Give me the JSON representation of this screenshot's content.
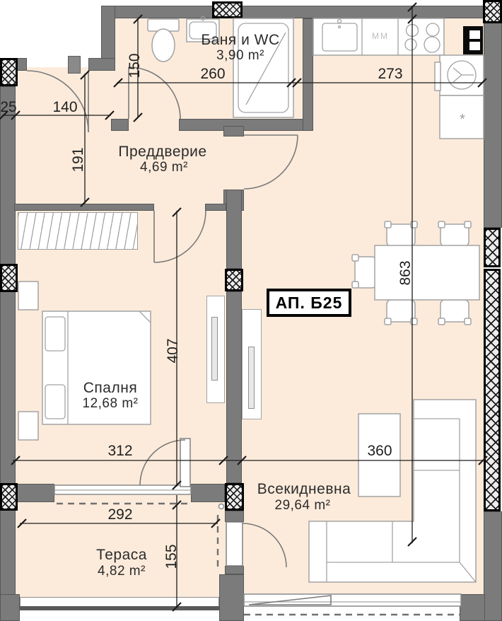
{
  "apartment": {
    "label": "АП. Б25"
  },
  "rooms": {
    "bathroom": {
      "name": "Баня и WC",
      "area": "3,90 m²"
    },
    "hallway": {
      "name": "Преддверие",
      "area": "4,69 m²"
    },
    "bedroom": {
      "name": "Спалня",
      "area": "12,68 m²"
    },
    "living_room": {
      "name": "Всекидневна",
      "area": "29,64 m²"
    },
    "terrace": {
      "name": "Тераса",
      "area": "4,82 m²"
    }
  },
  "dimensions": {
    "entry_wall": "25",
    "entry_width": "140",
    "hallway_depth": "191",
    "bathroom_depth": "150",
    "bathroom_width": "260",
    "kitchen_width": "273",
    "bedroom_depth": "407",
    "total_depth": "863",
    "bedroom_width": "312",
    "living_width": "360",
    "terrace_width": "292",
    "terrace_depth": "155"
  },
  "appliance_labels": {
    "washing_machine": "ММ",
    "fridge": "*"
  },
  "colors": {
    "floor": "#fcebdb",
    "wall": "#7b7b7b",
    "furniture_line": "#a3a3a3",
    "dimension_line": "#1c1c1c",
    "column_border": "#000000"
  }
}
